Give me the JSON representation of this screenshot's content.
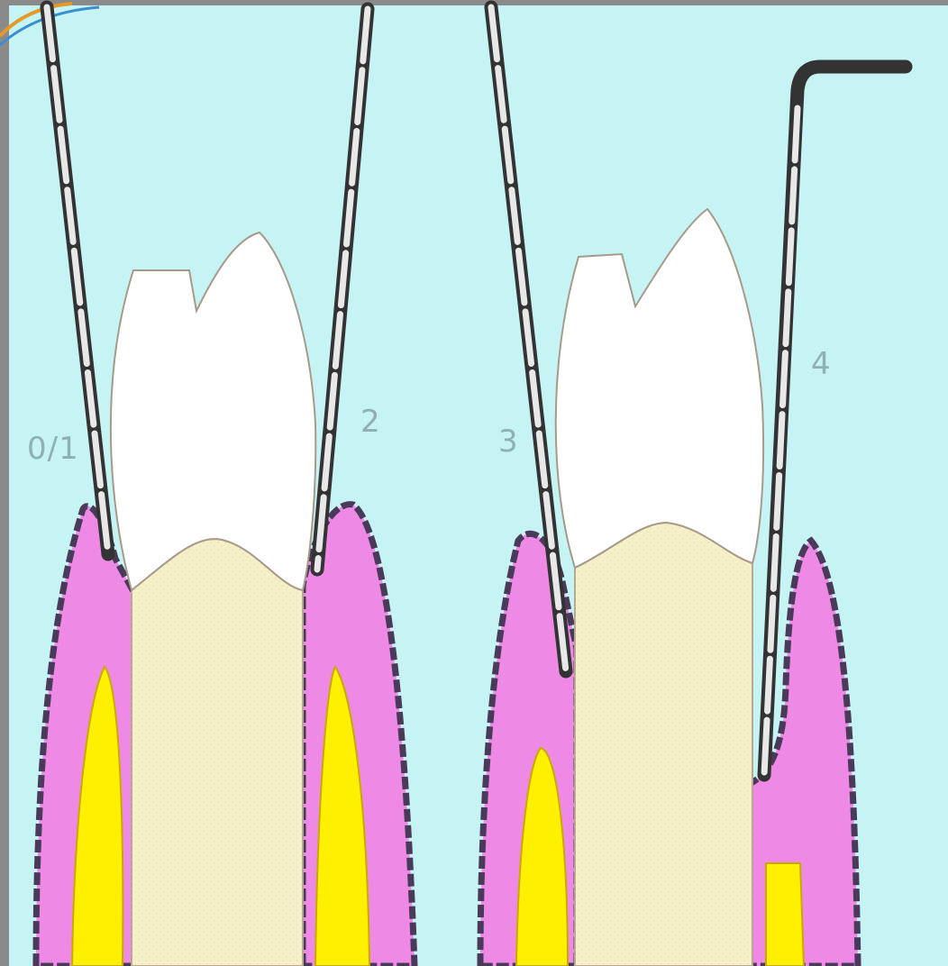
{
  "colors": {
    "background": "#c6f3f3",
    "frame": "#8a8a8a",
    "enamel": "#ffffff",
    "dentin": "#f6f0c8",
    "gingiva": "#ee8ae6",
    "bone": "#fff000",
    "epithelium": "#4a3a5a",
    "probe": "#444444"
  },
  "icons": {
    "frame_corner": "orange-blue-corner-decoration"
  },
  "labels": {
    "probe_1": "0/1",
    "probe_2": "2",
    "probe_3": "3",
    "probe_4": "4"
  }
}
